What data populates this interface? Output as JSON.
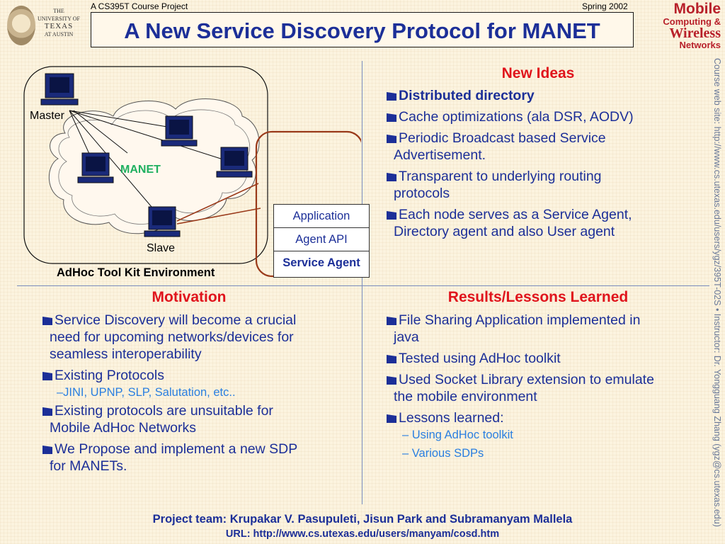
{
  "header": {
    "course": "A CS395T Course Project",
    "term": "Spring 2002",
    "title": "A New Service Discovery Protocol for MANET",
    "logo_line1": "THE UNIVERSITY OF",
    "logo_line2": "TEXAS",
    "logo_line3": "AT AUSTIN",
    "mcw_line1": "Mobile",
    "mcw_line2": "Computing &",
    "mcw_line3": "Wireless",
    "mcw_line4": "Networks"
  },
  "side_text": "Course web site: http://www.cs.utexas.edu/users/ygz/395T-02S • Instructor: Dr. Yongguang Zhang (ygz@cs.utexas.edu)",
  "diagram": {
    "master": "Master",
    "slave": "Slave",
    "manet": "MANET",
    "stack": [
      "Application",
      "Agent API",
      "Service Agent"
    ],
    "caption": "AdHoc Tool Kit Environment"
  },
  "new_ideas": {
    "title": "New Ideas",
    "items": [
      "Distributed directory",
      "Cache optimizations (ala DSR, AODV)",
      "Periodic Broadcast based Service",
      "Advertisement.",
      "Transparent to underlying routing",
      "protocols",
      "Each node serves as a Service Agent,",
      "Directory agent and also User agent"
    ]
  },
  "motivation": {
    "title": "Motivation",
    "lines": [
      "Service Discovery will become a crucial",
      "need for upcoming networks/devices for",
      "seamless interoperability",
      "Existing Protocols",
      "–JINI, UPNP, SLP, Salutation, etc..",
      "Existing protocols are unsuitable for",
      "Mobile AdHoc Networks",
      "We Propose and implement a new SDP",
      "for MANETs."
    ]
  },
  "results": {
    "title": "Results/Lessons Learned",
    "lines": [
      "File Sharing Application implemented in",
      "java",
      "Tested using AdHoc toolkit",
      "Used Socket Library extension to emulate",
      "the mobile environment",
      "Lessons learned:",
      "– Using AdHoc toolkit",
      "– Various SDPs"
    ]
  },
  "footer": {
    "team": "Project team: Krupakar V. Pasupuleti, Jisun Park and Subramanyam Mallela",
    "url": "URL: http://www.cs.utexas.edu/users/manyam/cosd.htm"
  },
  "colors": {
    "title_blue": "#1c2f98",
    "heading_red": "#e0141c",
    "sub_blue": "#2a7fe0",
    "manet_green": "#20b060",
    "link_line": "#9a3a1a"
  }
}
